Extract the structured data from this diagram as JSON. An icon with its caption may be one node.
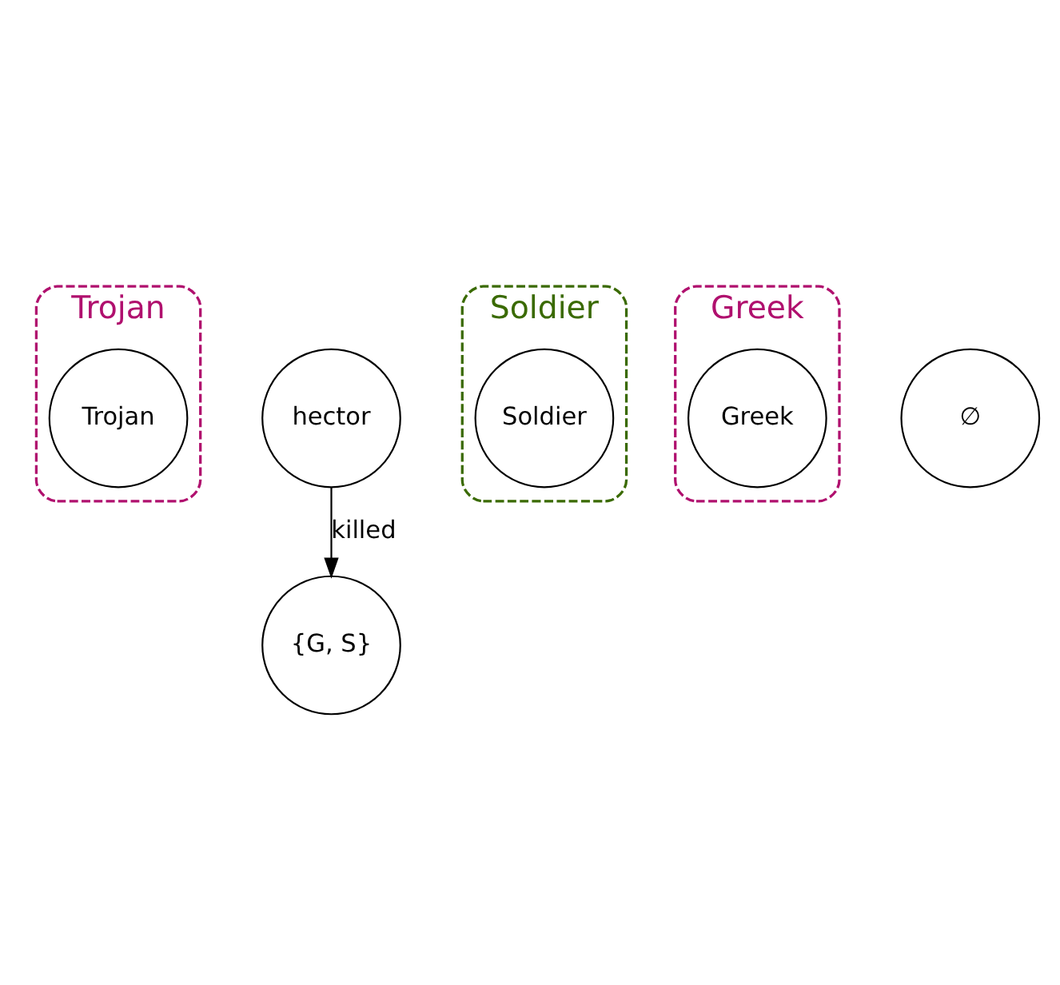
{
  "diagram": {
    "nodes": [
      {
        "text": [
          "Trojan"
        ]
      },
      {
        "text": [
          "Trojan"
        ],
        "in": 0
      },
      {
        "text": [
          "hector"
        ]
      },
      {
        "text": [
          "Soldier"
        ]
      },
      {
        "text": [
          "Soldier"
        ],
        "in": 3
      },
      {
        "text": [
          "{G, S}"
        ]
      },
      {
        "text": [
          "Greek"
        ]
      },
      {
        "text": [
          "Greek"
        ],
        "in": 6
      },
      {
        "text": [
          "∅"
        ]
      }
    ],
    "edges": [
      {
        "from": 2,
        "to": 5,
        "arrow": "to",
        "label": "killed"
      }
    ]
  }
}
